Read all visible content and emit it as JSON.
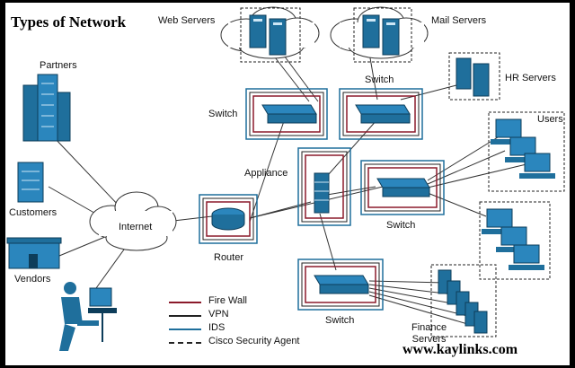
{
  "title": "Types of Network",
  "footer": "www.kaylinks.com",
  "labels": {
    "web_servers": "Web Servers",
    "mail_servers": "Mail Servers",
    "hr_servers": "HR Servers",
    "users": "Users",
    "partners": "Partners",
    "customers": "Customers",
    "vendors": "Vendors",
    "internet": "Internet",
    "router": "Router",
    "appliance": "Appliance",
    "switch_left": "Switch",
    "switch_top": "Switch",
    "switch_mid": "Switch",
    "switch_bottom": "Switch",
    "finance_servers": "Finance\nServers"
  },
  "legend": [
    {
      "label": "Fire Wall",
      "color": "#8b1a2b",
      "style": "solid"
    },
    {
      "label": "VPN",
      "color": "#222222",
      "style": "solid"
    },
    {
      "label": "IDS",
      "color": "#1f6f9c",
      "style": "solid"
    },
    {
      "label": "Cisco Security Agent",
      "color": "#222222",
      "style": "dashed"
    }
  ],
  "colors": {
    "device": "#1f6f9c",
    "firewall": "#8b1a2b",
    "ids": "#1f6f9c",
    "vpn": "#222222"
  }
}
